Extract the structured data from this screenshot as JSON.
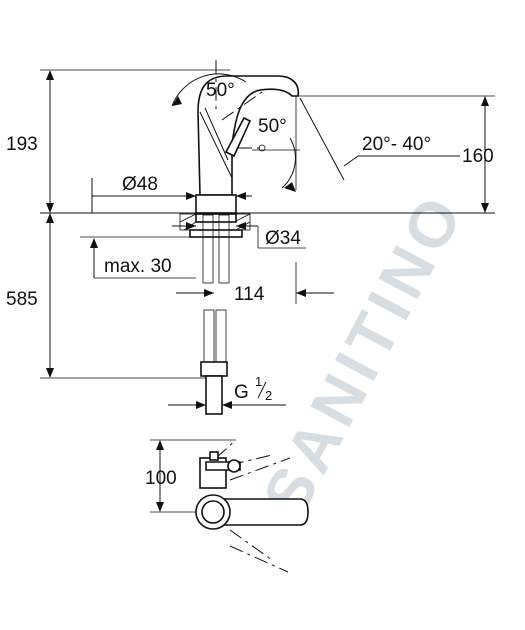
{
  "watermark": {
    "text": "SANITINO",
    "color": "#d8dde2"
  },
  "dimensions": {
    "total_height": "193",
    "spout_angle": "50°",
    "lever_angle": "50°",
    "rotation_range": "20°- 40°",
    "outlet_height": "160",
    "base_diameter": "Ø48",
    "hole_diameter": "Ø34",
    "deck_thickness": "max. 30",
    "hose_length": "585",
    "hose_offset": "114",
    "thread_g": "G",
    "thread_num": "1",
    "thread_den": "2",
    "top_view_depth": "100"
  },
  "colors": {
    "line": "#111111",
    "background": "#ffffff"
  }
}
